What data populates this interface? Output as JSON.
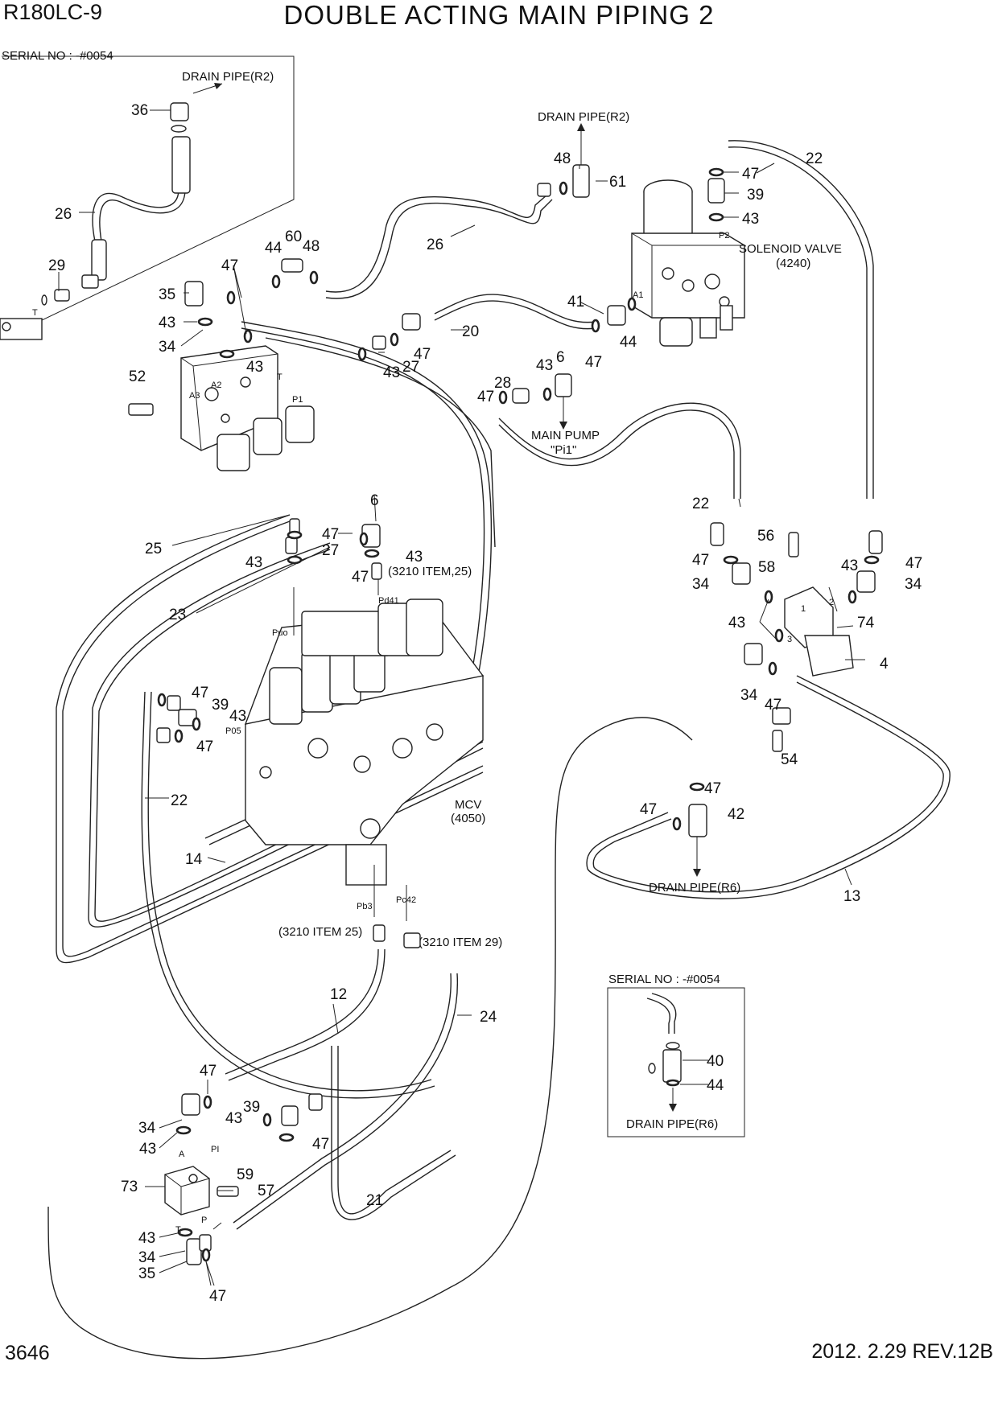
{
  "header": {
    "model": "R180LC-9",
    "title": "DOUBLE ACTING MAIN PIPING 2"
  },
  "footer": {
    "page": "3646",
    "revision": "2012. 2.29  REV.12B"
  },
  "insets": {
    "top_left": {
      "serial": "SERIAL NO : -#0054",
      "drain": "DRAIN PIPE(R2)"
    },
    "bottom_right": {
      "serial": "SERIAL NO : -#0054",
      "drain": "DRAIN PIPE(R6)"
    }
  },
  "labels": {
    "drain_r2": "DRAIN PIPE(R2)",
    "solenoid_valve": "SOLENOID VALVE",
    "solenoid_valve_code": "(4240)",
    "main_pump": "MAIN PUMP",
    "main_pump_port": "\"Pi1\"",
    "mcv": "MCV",
    "mcv_code": "(4050)",
    "drain_r6": "DRAIN PIPE(R6)",
    "item_3210_25a": "(3210 ITEM,25)",
    "item_3210_25b": "(3210 ITEM 25)",
    "item_3210_29": "(3210 ITEM 29)",
    "port_pd41": "Pd41",
    "port_puo": "Puo",
    "port_p05": "P05",
    "port_pb3": "Pb3",
    "port_pc42": "Pc42",
    "port_a1": "A1",
    "port_p2": "P2",
    "port_a2": "A2",
    "port_a3": "A3",
    "port_t": "T",
    "port_p1": "P1",
    "port_a": "A",
    "port_p": "P",
    "port_pi": "PI",
    "port_1": "1",
    "port_2": "2",
    "port_3": "3"
  },
  "callouts": {
    "c36": "36",
    "c26a": "26",
    "c29": "29",
    "c48a": "48",
    "c61": "61",
    "c22a": "22",
    "c47a": "47",
    "c39a": "39",
    "c43a": "43",
    "c26b": "26",
    "c44a": "44",
    "c60": "60",
    "c48b": "48",
    "c47b": "47",
    "c35a": "35",
    "c43b": "43",
    "c34a": "34",
    "c43c": "43",
    "c52": "52",
    "c41": "41",
    "c44b": "44",
    "c47c": "47",
    "c20": "20",
    "c43d": "43",
    "c27a": "27",
    "c47d": "47",
    "c43e": "43",
    "c6a": "6",
    "c28": "28",
    "c47e": "47",
    "c6b": "6",
    "c47f": "47",
    "c27b": "27",
    "c43f": "43",
    "c43g": "43",
    "c47g": "47",
    "c25": "25",
    "c23": "23",
    "c22b": "22",
    "c56": "56",
    "c47h": "47",
    "c58": "58",
    "c34b": "34",
    "c43h": "43",
    "c47i": "47",
    "c34c": "34",
    "c43i": "43",
    "c74": "74",
    "c4": "4",
    "c34d": "34",
    "c47j": "47",
    "c54": "54",
    "c47k": "47",
    "c39b": "39",
    "c43j": "43",
    "c47l": "47",
    "c22c": "22",
    "c14": "14",
    "c47m": "47",
    "c47n": "47",
    "c42": "42",
    "c13": "13",
    "c12": "12",
    "c24": "24",
    "c40": "40",
    "c44c": "44",
    "c47o": "47",
    "c34e": "34",
    "c43k": "43",
    "c39c": "39",
    "c47p": "47",
    "c73": "73",
    "c59": "59",
    "c57": "57",
    "c21": "21",
    "c43l": "43",
    "c34f": "34",
    "c35b": "35",
    "c47q": "47"
  }
}
